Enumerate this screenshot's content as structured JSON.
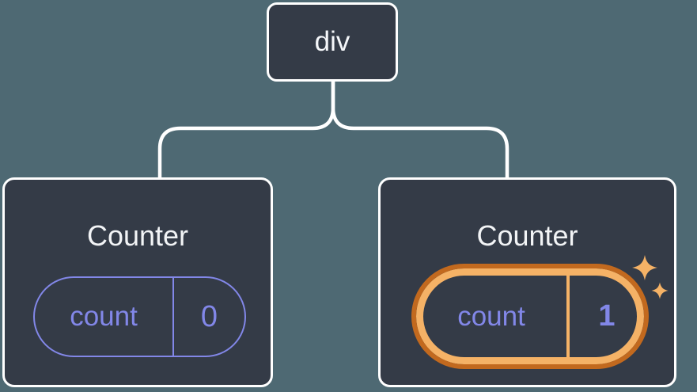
{
  "colors": {
    "bg": "#4E6973",
    "node-bg": "#343B47",
    "node-border": "#FFFFFF",
    "purple": "#8287E8",
    "orange-dark": "#C2691E",
    "orange-light": "#F5B266",
    "title": "#F2F4F6",
    "white-text": "#F5F7FA"
  },
  "tree": {
    "root": {
      "label": "div"
    },
    "children": [
      {
        "title": "Counter",
        "state_key": "count",
        "state_value": "0",
        "highlighted": false
      },
      {
        "title": "Counter",
        "state_key": "count",
        "state_value": "1",
        "highlighted": true
      }
    ]
  },
  "icons": {
    "sparkles_name": "sparkles-icon",
    "sparkles_glyph": "✦✦"
  }
}
